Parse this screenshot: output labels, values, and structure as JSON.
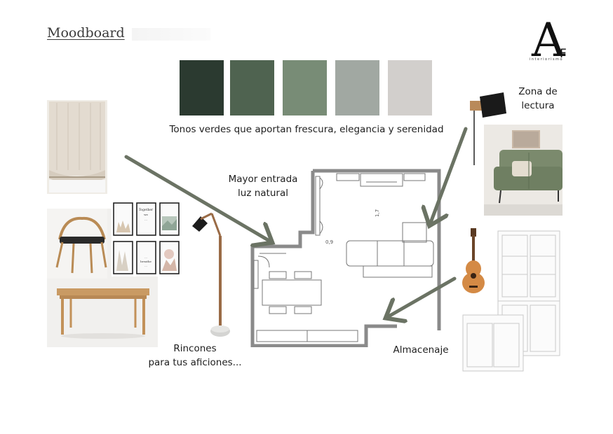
{
  "header": {
    "title": "Moodboard"
  },
  "logo": {
    "letter_main": "A",
    "letter_sub": "F",
    "tagline": "interiorismo"
  },
  "palette": {
    "swatches": [
      {
        "name": "swatch-dark-green",
        "color": "#2b3a30"
      },
      {
        "name": "swatch-forest-green",
        "color": "#4f6350"
      },
      {
        "name": "swatch-sage-green",
        "color": "#788c76"
      },
      {
        "name": "swatch-grey-green",
        "color": "#a1a8a2"
      },
      {
        "name": "swatch-light-grey",
        "color": "#d2cfcc"
      }
    ],
    "caption": "Tonos verdes que aportan frescura, elegancia y serenidad"
  },
  "labels": {
    "natural_light_line1": "Mayor entrada",
    "natural_light_line2": "luz natural",
    "reading_line1": "Zona de",
    "reading_line2": "lectura",
    "hobbies_line1": "Rincones",
    "hobbies_line2": "para tus aficiones...",
    "storage": "Almacenaje"
  },
  "floorplan": {
    "dim_width": "0,9",
    "dim_depth": "1,7"
  },
  "prints": {
    "print2": [
      "Together",
      "we",
      "..."
    ],
    "print5": [
      "...",
      "breathe",
      "..."
    ]
  },
  "colors": {
    "arrow": "#6b7364",
    "wall": "#8a8a8a"
  }
}
